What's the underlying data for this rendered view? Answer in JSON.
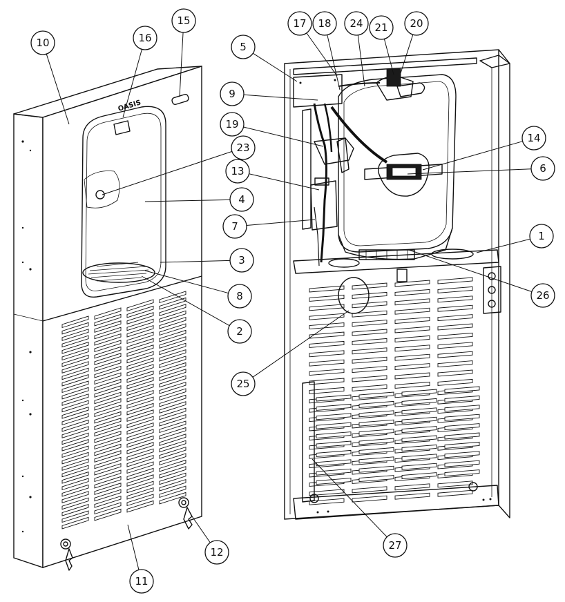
{
  "diagram": {
    "callouts": [
      {
        "id": "c10",
        "label": "10"
      },
      {
        "id": "c16",
        "label": "16"
      },
      {
        "id": "c15",
        "label": "15"
      },
      {
        "id": "c23",
        "label": "23"
      },
      {
        "id": "c4",
        "label": "4"
      },
      {
        "id": "c3",
        "label": "3"
      },
      {
        "id": "c8",
        "label": "8"
      },
      {
        "id": "c2",
        "label": "2"
      },
      {
        "id": "c12",
        "label": "12"
      },
      {
        "id": "c11",
        "label": "11"
      },
      {
        "id": "c5",
        "label": "5"
      },
      {
        "id": "c17",
        "label": "17"
      },
      {
        "id": "c18",
        "label": "18"
      },
      {
        "id": "c24",
        "label": "24"
      },
      {
        "id": "c21",
        "label": "21"
      },
      {
        "id": "c20",
        "label": "20"
      },
      {
        "id": "c9",
        "label": "9"
      },
      {
        "id": "c19",
        "label": "19"
      },
      {
        "id": "c14",
        "label": "14"
      },
      {
        "id": "c6",
        "label": "6"
      },
      {
        "id": "c13",
        "label": "13"
      },
      {
        "id": "c7",
        "label": "7"
      },
      {
        "id": "c1",
        "label": "1"
      },
      {
        "id": "c26",
        "label": "26"
      },
      {
        "id": "c25",
        "label": "25"
      },
      {
        "id": "c27",
        "label": "27"
      }
    ],
    "brand_mark": "OASIS",
    "colors": {
      "line": "#111111",
      "background": "#ffffff",
      "highlight": "#6b8fb0"
    }
  }
}
